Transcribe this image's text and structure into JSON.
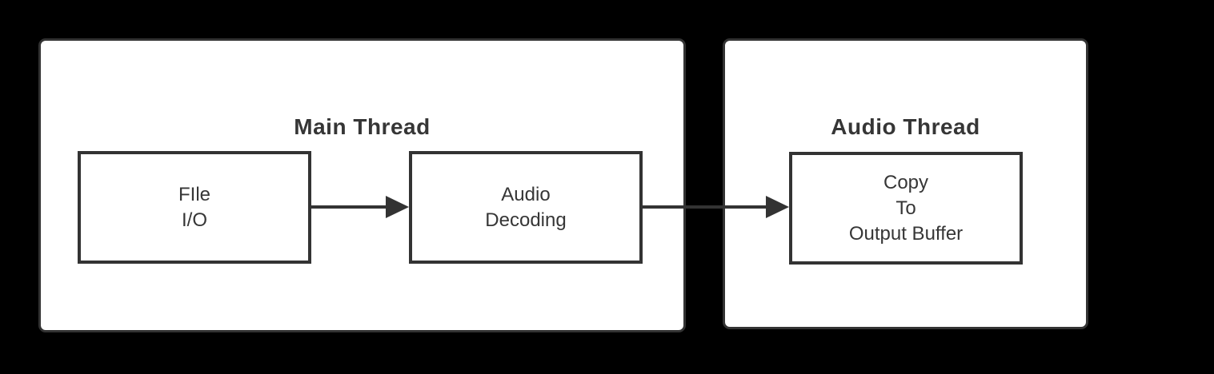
{
  "theme": {
    "background": "#000000",
    "surface": "#ffffff",
    "stroke": "#333333",
    "text": "#363636"
  },
  "groups": {
    "main": {
      "title": "Main Thread"
    },
    "audio": {
      "title": "Audio Thread"
    }
  },
  "nodes": {
    "file_io": {
      "line1": "FIle",
      "line2": "I/O"
    },
    "audio_decoding": {
      "line1": "Audio",
      "line2": "Decoding"
    },
    "copy_to_output_buffer": {
      "line1": "Copy",
      "line2": "To",
      "line3": "Output Buffer"
    }
  },
  "edges": [
    {
      "from": "file_io",
      "to": "audio_decoding"
    },
    {
      "from": "audio_decoding",
      "to": "copy_to_output_buffer"
    }
  ]
}
